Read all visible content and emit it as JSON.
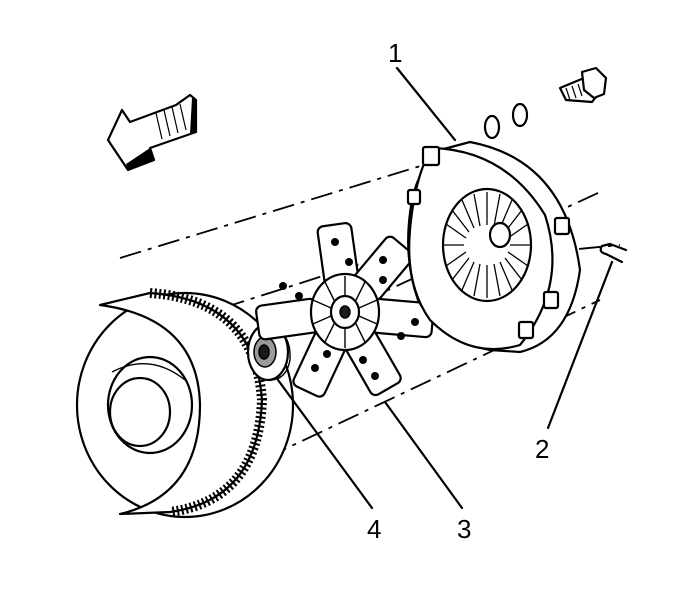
{
  "callouts": {
    "c1": "1",
    "c2": "2",
    "c3": "3",
    "c4": "4"
  },
  "icons": {
    "direction": "arrow-left-down-icon"
  },
  "colors": {
    "line": "#000000",
    "background": "#ffffff",
    "shade": "#1a1a1a"
  }
}
